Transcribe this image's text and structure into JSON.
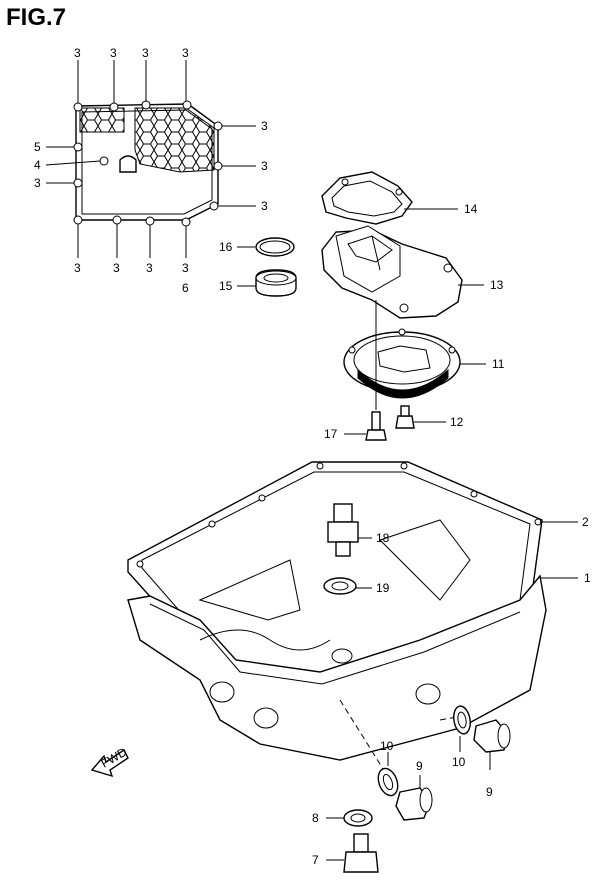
{
  "figure": {
    "title": "FIG.7"
  },
  "callouts": {
    "c3_top_a": "3",
    "c3_top_b": "3",
    "c3_top_c": "3",
    "c3_top_d": "3",
    "c3_right_a": "3",
    "c3_right_b": "3",
    "c3_right_c": "3",
    "c3_left": "3",
    "c3_bot_a": "3",
    "c3_bot_b": "3",
    "c3_bot_c": "3",
    "c3_bot_d": "3",
    "c6": "6",
    "c5": "5",
    "c4": "4",
    "c16": "16",
    "c15": "15",
    "c14": "14",
    "c13": "13",
    "c11": "11",
    "c12": "12",
    "c17": "17",
    "c2": "2",
    "c1": "1",
    "c18": "18",
    "c19": "19",
    "c10_left": "10",
    "c10_right": "10",
    "c9_left": "9",
    "c9_right": "9",
    "c8": "8",
    "c7": "7"
  },
  "fwd_arrow": {
    "label": "FWD"
  }
}
